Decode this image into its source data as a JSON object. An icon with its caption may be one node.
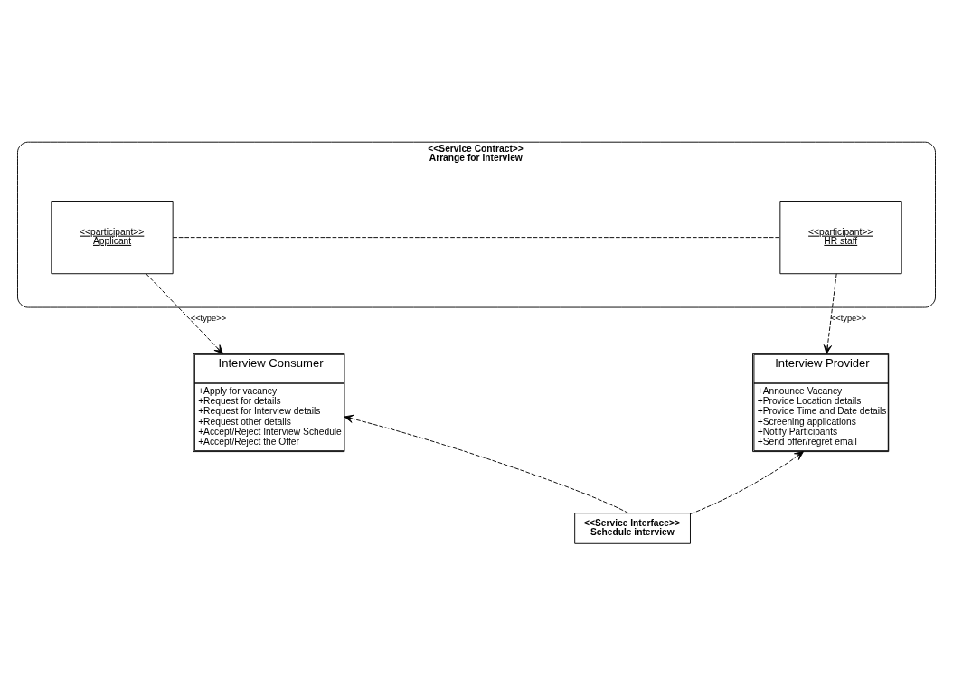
{
  "diagram": {
    "nodes": [
      {
        "text": [
          "<<Service Contract>>",
          "Arrange for Interview"
        ]
      },
      {
        "text": [
          "<<participant>>",
          "Applicant"
        ],
        "in": 0
      },
      {
        "text": [
          "<<participant>>",
          "HR staff"
        ],
        "in": 0
      },
      {
        "text": [
          "Interview Consumer",
          "+Apply for vacancy",
          "+Request for details",
          "+Request for Interview details",
          "+Request other details",
          "+Accept/Reject Interview Schedule",
          "+Accept/Reject the Offer"
        ]
      },
      {
        "text": [
          "Interview Provider",
          "+Announce Vacancy",
          "+Provide Location details",
          "+Provide Time and Date details",
          "+Screening applications",
          "+Notify Participants",
          "+Send offer/regret email"
        ]
      },
      {
        "text": [
          "<<Service Interface>>",
          "Schedule interview"
        ]
      }
    ],
    "edges": [
      {
        "from": 1,
        "to": 2,
        "arrow": "none",
        "style": "dashed"
      },
      {
        "from": 1,
        "to": 3,
        "arrow": "to",
        "style": "dashed",
        "label": "<<type>>"
      },
      {
        "from": 2,
        "to": 4,
        "arrow": "to",
        "style": "dashed",
        "label": "<<type>>"
      },
      {
        "from": 5,
        "to": 3,
        "arrow": "to",
        "style": "dashed"
      },
      {
        "from": 5,
        "to": 4,
        "arrow": "to",
        "style": "dashed"
      }
    ]
  }
}
